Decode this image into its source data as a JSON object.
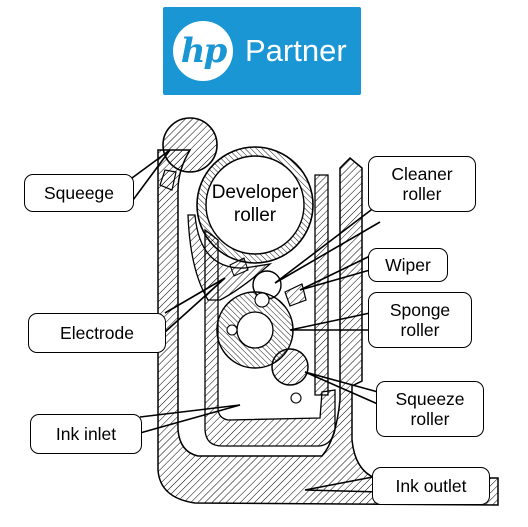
{
  "logo": {
    "mark": "hp",
    "word": "Partner",
    "color": "#1a96d4"
  },
  "labels": {
    "squeegee": "Squeege",
    "developer_roller": "Developer\nroller",
    "cleaner_roller": "Cleaner\nroller",
    "wiper": "Wiper",
    "sponge_roller": "Sponge\nroller",
    "electrode": "Electrode",
    "squeeze_roller": "Squeeze\nroller",
    "ink_inlet": "Ink inlet",
    "ink_outlet": "Ink outlet"
  }
}
